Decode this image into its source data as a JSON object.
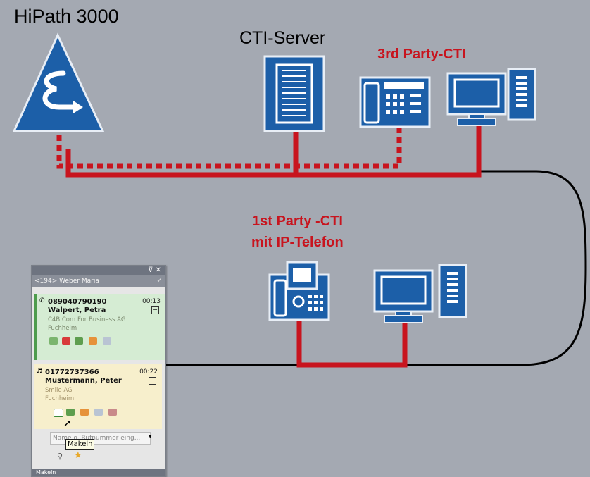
{
  "labels": {
    "hipath": "HiPath 3000",
    "cti_server": "CTI-Server",
    "third_party": "3rd Party-CTI",
    "first_party_line1": "1st Party -CTI",
    "first_party_line2": "mit IP-Telefon"
  },
  "colors": {
    "link_red": "#c8141e",
    "background": "#a4a9b2",
    "device_blue": "#1c5fa8"
  },
  "client_panel": {
    "title_controls": "⊽ ✕",
    "header": "<194> Weber Maria",
    "calls": [
      {
        "number": "089040790190",
        "time": "00:13",
        "name": "Walpert, Petra",
        "company": "C4B Com For Business AG",
        "city": "Fuchheim"
      },
      {
        "number": "01772737366",
        "time": "00:22",
        "name": "Mustermann, Peter",
        "company": "Smile AG",
        "city": "Fuchheim"
      }
    ],
    "search_placeholder": "Name o. Rufnummer eing...",
    "tooltip": "Makeln",
    "footer": "Makeln"
  }
}
